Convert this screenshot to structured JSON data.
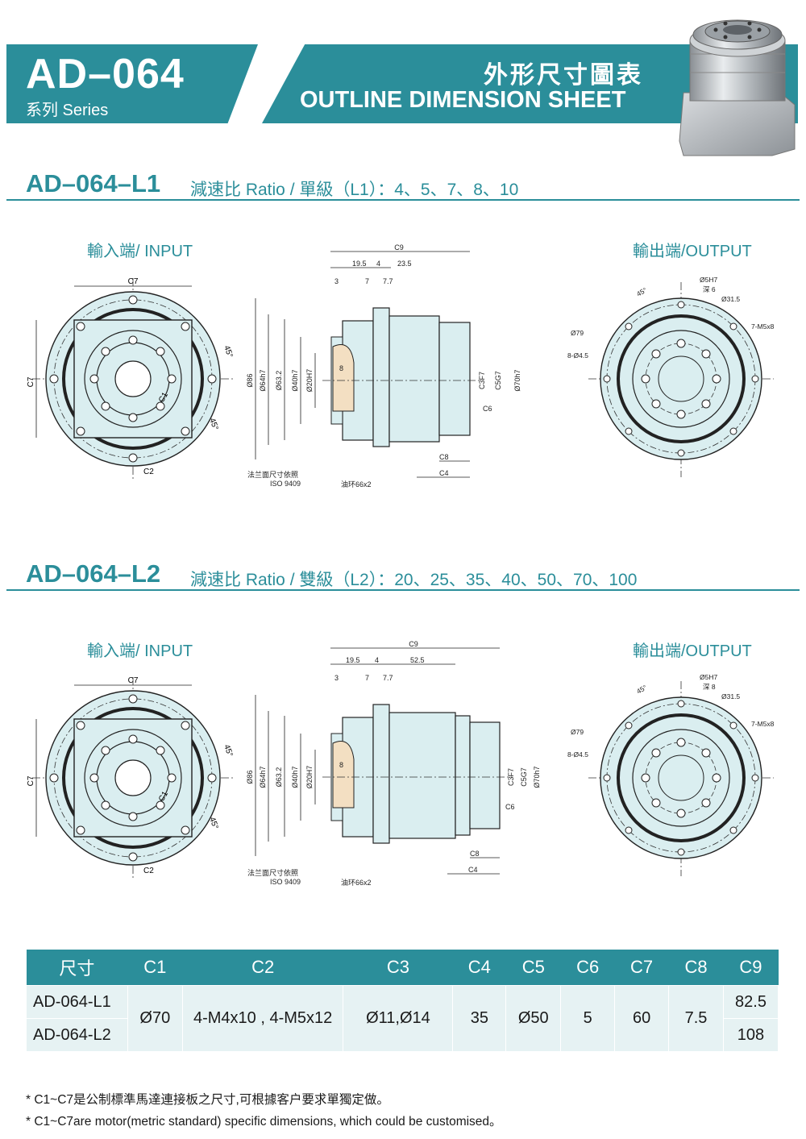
{
  "header": {
    "model": "AD–064",
    "series": "系列 Series",
    "title_zh": "外形尺寸圖表",
    "title_en": "OUTLINE DIMENSION SHEET"
  },
  "colors": {
    "accent": "#2b8e9a",
    "fill": "#daeef0",
    "table_row": "#e6f2f3"
  },
  "section_l1": {
    "model": "AD–064–L1",
    "ratio": "減速比 Ratio / 單級（L1）：4、5、7、8、10",
    "input_label": "輸入端/ INPUT",
    "output_label": "輸出端/OUTPUT",
    "dims": {
      "c9": "C9",
      "d19_5": "19.5",
      "d4": "4",
      "d23_5": "23.5",
      "d3": "3",
      "d7": "7",
      "d7_7": "7.7",
      "d8": "8",
      "phi86": "Ø86",
      "phi64": "Ø64h7",
      "phi63_2": "Ø63.2",
      "phi40": "Ø40h7",
      "phi20": "Ø20H7",
      "c3": "C3F7",
      "c5": "C5G7",
      "phi70": "Ø70h7",
      "c6": "C6",
      "c8": "C8",
      "c4": "C4",
      "flange_note": "法兰面尺寸依照",
      "iso": "ISO 9409",
      "oring": "油环66x2",
      "c7": "C7",
      "c1": "C1",
      "c2": "C2",
      "deg45": "45°",
      "phi5h7": "Ø5H7",
      "depth": "深 6",
      "phi31_5": "Ø31.5",
      "m5": "7-M5x8",
      "phi79": "Ø79",
      "holes": "8-Ø4.5"
    }
  },
  "section_l2": {
    "model": "AD–064–L2",
    "ratio": "減速比 Ratio / 雙級（L2）：20、25、35、40、50、70、100",
    "input_label": "輸入端/ INPUT",
    "output_label": "輸出端/OUTPUT",
    "dims": {
      "c9": "C9",
      "d19_5": "19.5",
      "d4": "4",
      "d52_5": "52.5",
      "d3": "3",
      "d7": "7",
      "d7_7": "7.7",
      "d8": "8",
      "phi86": "Ø86",
      "phi64": "Ø64h7",
      "phi63_2": "Ø63.2",
      "phi40": "Ø40h7",
      "phi20": "Ø20H7",
      "c3": "C3F7",
      "c5": "C5G7",
      "phi70": "Ø70h7",
      "c6": "C6",
      "c8": "C8",
      "c4": "C4",
      "flange_note": "法兰面尺寸依照",
      "iso": "ISO 9409",
      "oring": "油环66x2",
      "c7": "C7",
      "c1": "C1",
      "c2": "C2",
      "deg45": "45°",
      "phi5h7": "Ø5H7",
      "depth": "深 8",
      "phi31_5": "Ø31.5",
      "m5": "7-M5x8",
      "phi79": "Ø79",
      "holes": "8-Ø4.5"
    }
  },
  "table": {
    "headers": [
      "尺寸",
      "C1",
      "C2",
      "C3",
      "C4",
      "C5",
      "C6",
      "C7",
      "C8",
      "C9"
    ],
    "models": [
      "AD-064-L1",
      "AD-064-L2"
    ],
    "c1": "Ø70",
    "c2": "4-M4x10 , 4-M5x12",
    "c3": "Ø11,Ø14",
    "c4": "35",
    "c5": "Ø50",
    "c6": "5",
    "c7": "60",
    "c8": "7.5",
    "c9": [
      "82.5",
      "108"
    ]
  },
  "notes": {
    "zh": "* C1~C7是公制標準馬達連接板之尺寸,可根據客户要求單獨定做。",
    "en": "* C1~C7are motor(metric standard) specific dimensions, which could be customised。"
  }
}
